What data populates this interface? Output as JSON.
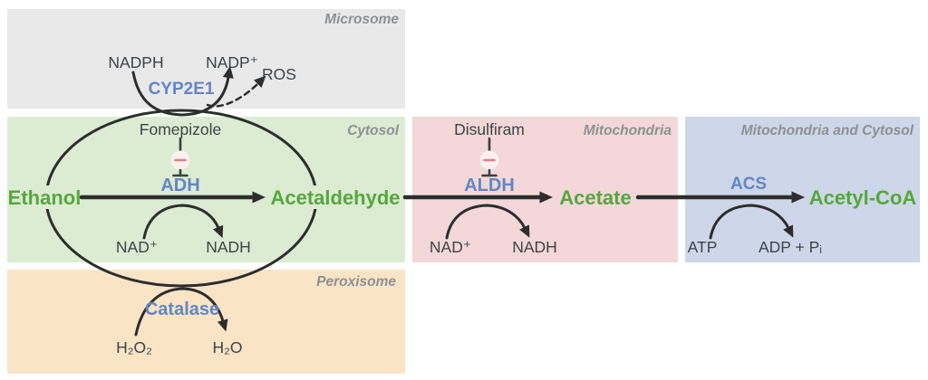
{
  "compartments": {
    "microsome": {
      "label": "Microsome"
    },
    "cytosol": {
      "label": "Cytosol"
    },
    "peroxisome": {
      "label": "Peroxisome"
    },
    "mitochondria": {
      "label": "Mitochondria"
    },
    "mito_cytosol": {
      "label": "Mitochondria and Cytosol"
    }
  },
  "pathway": {
    "ethanol": "Ethanol",
    "acetaldehyde": "Acetaldehyde",
    "acetate": "Acetate",
    "acetyl_coa": "Acetyl-CoA"
  },
  "enzymes": {
    "cyp2e1": "CYP2E1",
    "adh": "ADH",
    "aldh": "ALDH",
    "catalase": "Catalase",
    "acs": "ACS"
  },
  "inhibitors": {
    "fomepizole": "Fomepizole",
    "disulfiram": "Disulfiram"
  },
  "cofactors": {
    "nadph": "NADPH",
    "nadp": "NADP⁺",
    "ros": "ROS",
    "nad_cytosol": "NAD⁺",
    "nadh_cytosol": "NADH",
    "nad_mito": "NAD⁺",
    "nadh_mito": "NADH",
    "h2o2": "H₂O₂",
    "h2o": "H₂O",
    "atp": "ATP",
    "adp_pi": "ADP + Pᵢ"
  },
  "colors": {
    "microsome_bg": "#e9e9e9",
    "cytosol_bg": "#dcecd2",
    "peroxisome_bg": "#f9e4c6",
    "mitochondria_bg": "#f3d7d9",
    "mito_cytosol_bg": "#cdd7e9",
    "enzyme_blue": "#6286c6",
    "compound_green": "#55a83c",
    "label_gray": "#8d9194",
    "text_dark": "#3e4347",
    "line_dark": "#2d2d2d",
    "inhibit_minus_red": "#dd8080",
    "inhibit_circle_bg": "#fdf0ef"
  }
}
